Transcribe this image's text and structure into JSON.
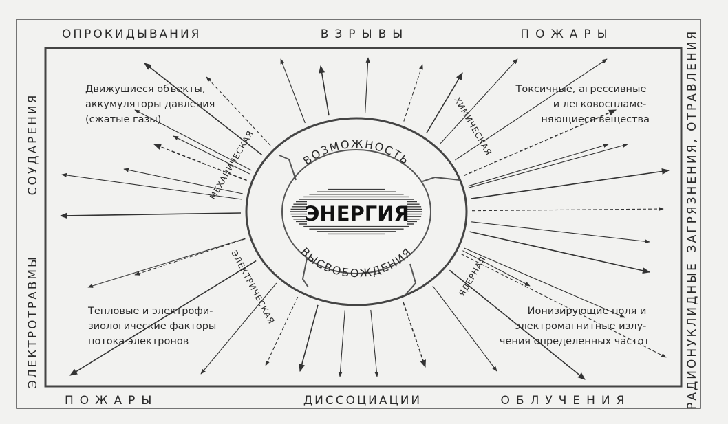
{
  "diagram": {
    "top_labels": [
      "ОПРОКИДЫВАНИЯ",
      "ВЗРЫВЫ",
      "ПОЖАРЫ"
    ],
    "bottom_labels": [
      "ПОЖАРЫ",
      "ДИССОЦИАЦИИ",
      "ОБЛУЧЕНИЯ"
    ],
    "left_labels": [
      "ЭЛЕКТРОТРАВМЫ",
      "СОУДАРЕНИЯ"
    ],
    "right_labels": [
      "РАДИОНУКЛИДНЫЕ",
      "ЗАГРЯЗНЕНИЯ, ОТРАВЛЕНИЯ"
    ],
    "corner_texts": {
      "top_left": [
        "Движущиеся объекты,",
        "аккумуляторы давления",
        "(сжатые газы)"
      ],
      "top_right": [
        "Токсичные, агрессивные",
        "и легковоспламе-",
        "няющиеся вещества"
      ],
      "bottom_left": [
        "Тепловые и электрофи-",
        "зиологические факторы",
        "потока электронов"
      ],
      "bottom_right": [
        "Ионизирующие поля и",
        "электромагнитные излу-",
        "чения определенных частот"
      ]
    },
    "sectors": {
      "mechanical": "МЕХАНИЧЕСКАЯ",
      "chemical": "ХИМИЧЕСКАЯ",
      "electrical": "ЭЛЕКТРИЧЕСКАЯ",
      "nuclear": "ЯДЕРНАЯ"
    },
    "core_top_arc": "ВОЗМОЖНОСТЬ",
    "core_bottom_arc": "ВЫСВОБОЖДЕНИЯ",
    "core_label": "ЭНЕРГИЯ"
  }
}
